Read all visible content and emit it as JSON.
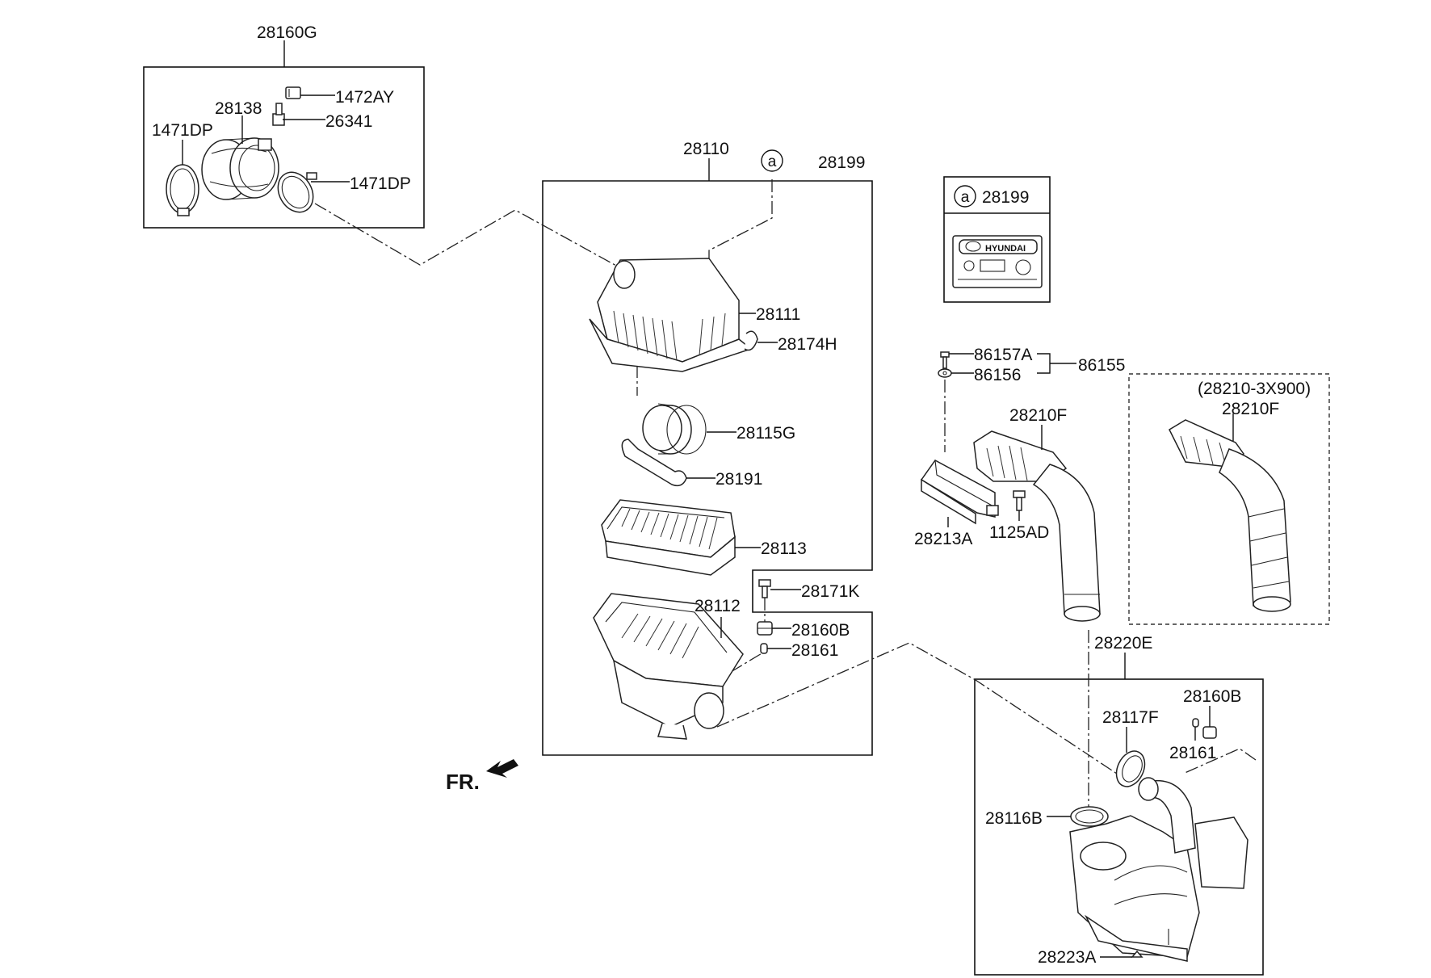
{
  "labels": {
    "l28160G": "28160G",
    "l1472AY": "1472AY",
    "l28138": "28138",
    "l26341": "26341",
    "l1471DP_a": "1471DP",
    "l1471DP_b": "1471DP",
    "l28110": "28110",
    "l28199_top": "28199",
    "l28111": "28111",
    "l28174H": "28174H",
    "l28115G": "28115G",
    "l28191": "28191",
    "l28113": "28113",
    "l28171K": "28171K",
    "l28112": "28112",
    "l28160B_a": "28160B",
    "l28161_a": "28161",
    "l28199_legend": "28199",
    "l86157A": "86157A",
    "l86156": "86156",
    "l86155": "86155",
    "l28210F_a": "28210F",
    "l28213A": "28213A",
    "l1125AD": "1125AD",
    "l28210_3X900": "(28210-3X900)",
    "l28210F_b": "28210F",
    "l28220E": "28220E",
    "l28160B_b": "28160B",
    "l28117F": "28117F",
    "l28161_b": "28161",
    "l28116B": "28116B",
    "l28223A": "28223A",
    "front_marker": "FR."
  },
  "markers": {
    "ref_a_top": "a",
    "ref_a_legend": "a"
  },
  "label_brand": "HYUNDAI",
  "colors": {
    "line": "#111111",
    "background": "#ffffff"
  }
}
